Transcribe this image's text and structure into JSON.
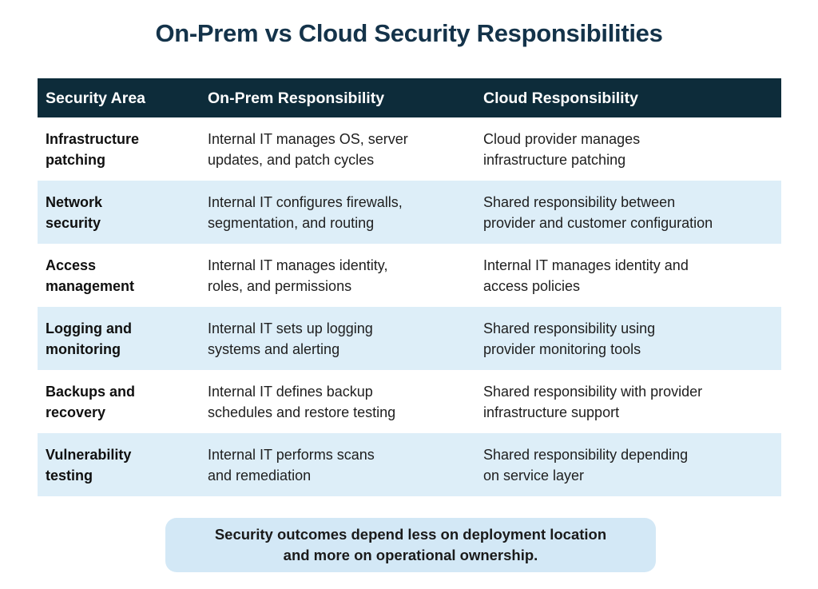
{
  "title": "On-Prem vs Cloud Security Responsibilities",
  "colors": {
    "title_text": "#14334a",
    "header_bg": "#0d2c3a",
    "header_text": "#ffffff",
    "row_bg": "#ffffff",
    "row_alt_bg": "#ddeef8",
    "body_text": "#1e1e1e",
    "callout_bg": "#d3e8f6",
    "callout_text": "#1a1a1a"
  },
  "table": {
    "headers": [
      "Security Area",
      "On-Prem Responsibility",
      "Cloud Responsibility"
    ],
    "rows": [
      {
        "area": "Infrastructure\npatching",
        "onprem": "Internal IT manages OS, server\nupdates, and patch cycles",
        "cloud": "Cloud provider manages\ninfrastructure patching"
      },
      {
        "area": "Network\nsecurity",
        "onprem": "Internal IT configures firewalls,\nsegmentation, and routing",
        "cloud": "Shared responsibility between\nprovider and customer configuration"
      },
      {
        "area": "Access\nmanagement",
        "onprem": "Internal IT manages identity,\nroles, and permissions",
        "cloud": "Internal IT manages identity and\naccess policies"
      },
      {
        "area": "Logging and\nmonitoring",
        "onprem": "Internal IT sets up logging\nsystems and alerting",
        "cloud": "Shared responsibility using\nprovider monitoring tools"
      },
      {
        "area": "Backups and\nrecovery",
        "onprem": "Internal IT defines backup\nschedules and restore testing",
        "cloud": "Shared responsibility with provider\ninfrastructure support"
      },
      {
        "area": "Vulnerability\ntesting",
        "onprem": "Internal IT performs scans\nand remediation",
        "cloud": "Shared responsibility depending\non service layer"
      }
    ]
  },
  "footer_note": "Security outcomes depend less on deployment location\nand more on operational ownership."
}
